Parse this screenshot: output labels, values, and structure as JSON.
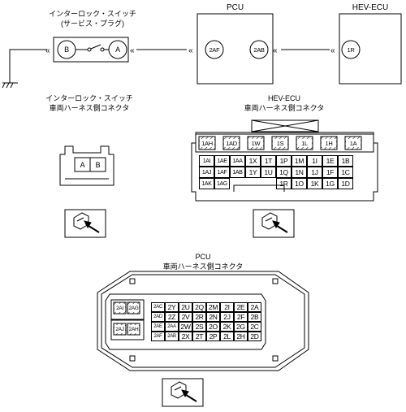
{
  "interlock": {
    "title_line1": "インターロック・スイッチ",
    "title_line2": "(サービス・プラグ)",
    "pin_b": "B",
    "pin_a": "A",
    "connector_label_line1": "インターロック・スイッチ",
    "connector_label_line2": "車両ハーネス側コネクタ",
    "connector_pins": [
      "A",
      "B"
    ]
  },
  "pcu": {
    "title": "PCU",
    "pin_left": "2AF",
    "pin_right": "2AB",
    "connector_label_line1": "PCU",
    "connector_label_line2": "車両ハーネス側コネクタ",
    "side_pins": [
      "2AI",
      "2AG",
      "2AJ",
      "2AH"
    ],
    "grid": [
      [
        "2AC",
        "2Y",
        "2U",
        "2Q",
        "2M",
        "2I",
        "2E",
        "2A"
      ],
      [
        "2AD",
        "2Z",
        "2V",
        "2R",
        "2N",
        "2J",
        "2F",
        "2B"
      ],
      [
        "2AE",
        "2AA",
        "2W",
        "2S",
        "2O",
        "2K",
        "2G",
        "2C"
      ],
      [
        "2AF",
        "2AB",
        "2X",
        "2T",
        "2P",
        "2L",
        "2H",
        "2D"
      ]
    ]
  },
  "hev": {
    "title": "HEV-ECU",
    "pin": "1R",
    "connector_label_line1": "HEV-ECU",
    "connector_label_line2": "車両ハーネス側コネクタ",
    "top_row": [
      "1AH",
      "1AD",
      "1W",
      "1S",
      "1L",
      "1H",
      "1A"
    ],
    "grid": [
      [
        "1AI",
        "1AE",
        "1AA",
        "1X",
        "1T",
        "1P",
        "1M",
        "1I",
        "1E",
        "1B"
      ],
      [
        "1AJ",
        "1AF",
        "1AB",
        "1Y",
        "1U",
        "1Q",
        "1N",
        "1J",
        "1F",
        "1C"
      ],
      [
        "1AK",
        "1AG",
        "",
        "",
        "",
        "1R",
        "1O",
        "1K",
        "1G",
        "1D"
      ]
    ]
  }
}
